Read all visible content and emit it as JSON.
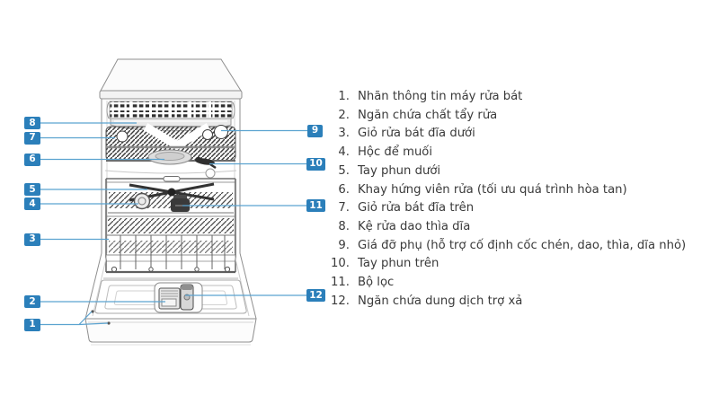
{
  "diagram": {
    "accent_color": "#2b7fba",
    "line_color": "#5ba3d0",
    "callouts": [
      "1",
      "2",
      "3",
      "4",
      "5",
      "6",
      "7",
      "8",
      "9",
      "10",
      "11",
      "12"
    ]
  },
  "legend": {
    "items": [
      {
        "num": "1.",
        "text": "Nhãn thông tin máy rửa bát"
      },
      {
        "num": "2.",
        "text": "Ngăn chứa chất tẩy rửa"
      },
      {
        "num": "3.",
        "text": "Giỏ rửa bát đĩa dưới"
      },
      {
        "num": "4.",
        "text": "Hộc để muối"
      },
      {
        "num": "5.",
        "text": "Tay phun dưới"
      },
      {
        "num": "6.",
        "text": "Khay hứng viên rửa (tối ưu quá trình hòa tan)"
      },
      {
        "num": "7.",
        "text": "Giỏ rửa bát đĩa trên"
      },
      {
        "num": "8.",
        "text": "Kệ rửa dao thìa dĩa"
      },
      {
        "num": "9.",
        "text": "Giá đỡ phụ (hỗ trợ cố định cốc chén, dao, thìa, dĩa nhỏ)"
      },
      {
        "num": "10.",
        "text": "Tay phun trên"
      },
      {
        "num": "11.",
        "text": "Bộ lọc"
      },
      {
        "num": "12.",
        "text": "Ngăn chứa dung dịch trợ xả"
      }
    ]
  }
}
